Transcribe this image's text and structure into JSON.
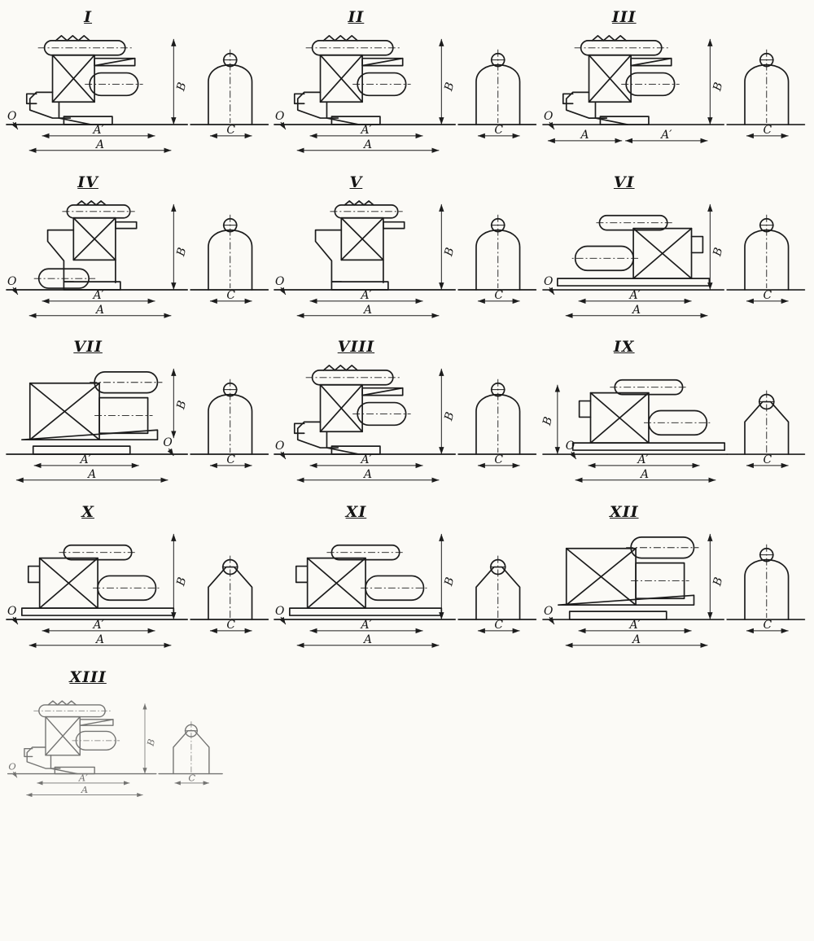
{
  "labels": {
    "A": "A",
    "A_prime": "A′",
    "B": "B",
    "C": "C",
    "O": "O"
  },
  "variants": [
    {
      "numeral": "I"
    },
    {
      "numeral": "II"
    },
    {
      "numeral": "III"
    },
    {
      "numeral": "IV"
    },
    {
      "numeral": "V"
    },
    {
      "numeral": "VI"
    },
    {
      "numeral": "VII"
    },
    {
      "numeral": "VIII"
    },
    {
      "numeral": "IX"
    },
    {
      "numeral": "X"
    },
    {
      "numeral": "XI"
    },
    {
      "numeral": "XII"
    },
    {
      "numeral": "XIII"
    }
  ]
}
